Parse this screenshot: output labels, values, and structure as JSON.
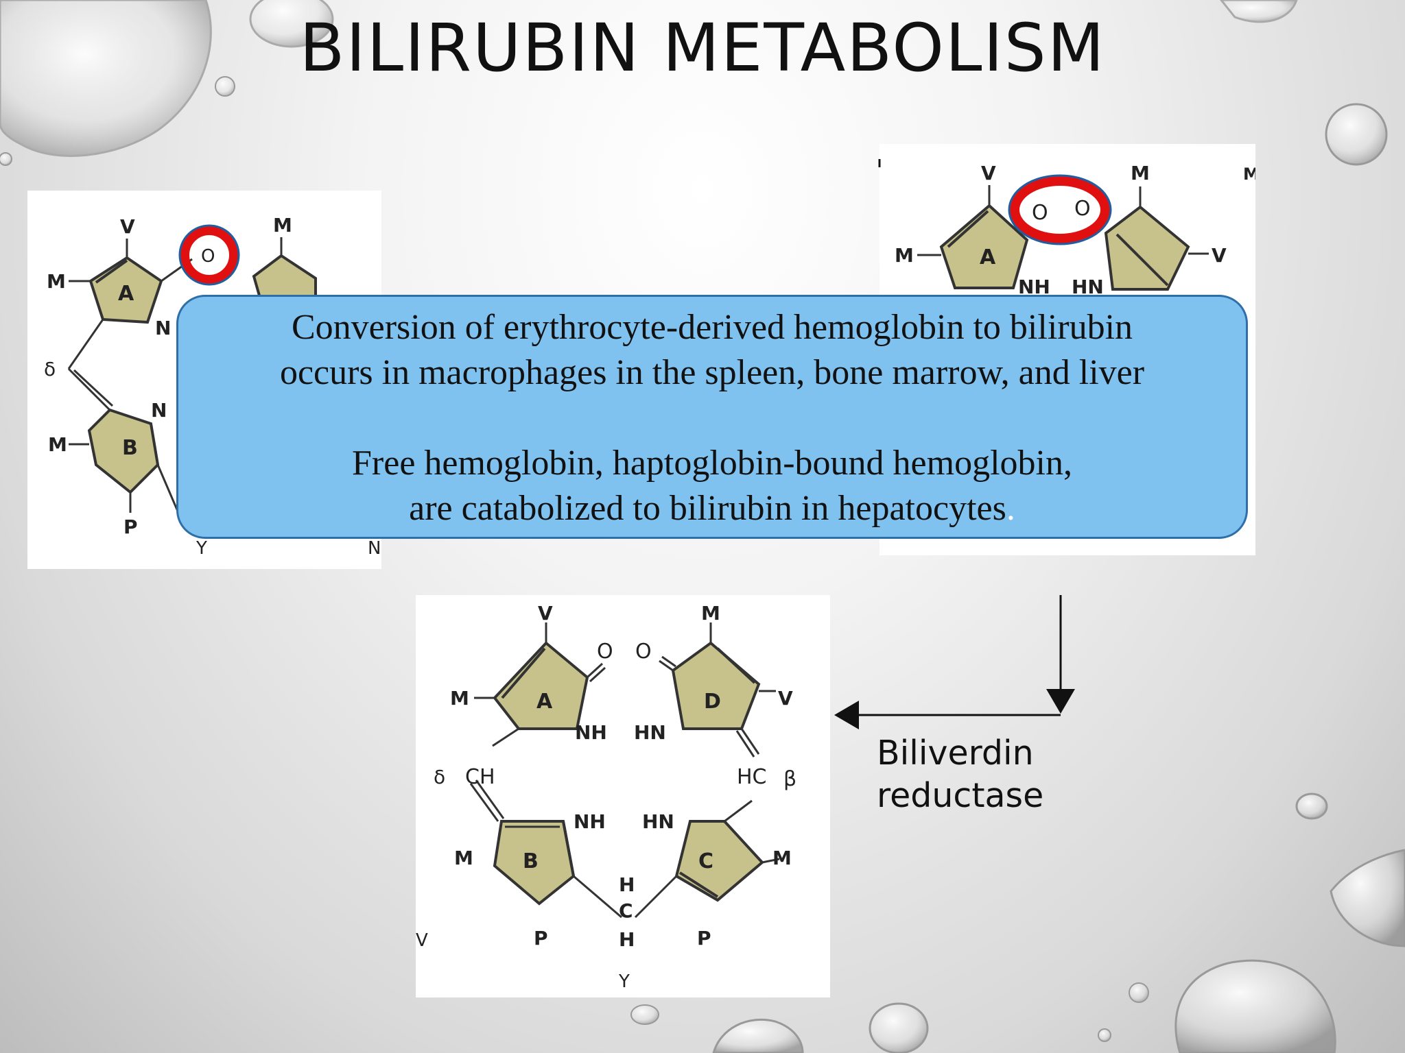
{
  "slide": {
    "title": "BILIRUBIN METABOLISM",
    "enzyme_label_line1": "Biliverdin",
    "enzyme_label_line2": "reductase"
  },
  "callout": {
    "line1": "Conversion of erythrocyte-derived hemoglobin to bilirubin",
    "line2": "occurs  in macrophages in the spleen, bone marrow, and liver",
    "line3": "Free hemoglobin, haptoglobin-bound hemoglobin,",
    "line4": "are catabolized to bilirubin in hepatocytes",
    "line4_end": "."
  },
  "heme_fragment": {
    "ring_a": "A",
    "ring_b": "B",
    "sub_v": "V",
    "sub_m_top": "M",
    "sub_m_a": "M",
    "sub_m_b": "M",
    "sub_p": "P",
    "sub_delta": "δ",
    "n_a": "N",
    "n_b": "N",
    "oxygen": "O",
    "bottom_gamma": "Y",
    "right_n": "N"
  },
  "biliverdin_oxide_fragment": {
    "ring_a": "A",
    "sub_v_a": "V",
    "sub_m_a": "M",
    "sub_m_d": "M",
    "sub_v_d": "V",
    "oxygen_1": "O",
    "oxygen_2": "O",
    "nh": "NH",
    "hn": "HN",
    "edge_m": "M"
  },
  "biliverdin": {
    "ring_a": "A",
    "ring_b": "B",
    "ring_c": "C",
    "ring_d": "D",
    "v_top": "V",
    "m_top": "M",
    "m_a": "M",
    "v_d": "V",
    "o_a": "O",
    "o_d": "O",
    "nh_a": "NH",
    "hn_d": "HN",
    "delta": "δ",
    "ch": "CH",
    "hc": "HC",
    "beta": "β",
    "nh_b": "NH",
    "hn_c": "HN",
    "m_b": "M",
    "m_c": "M",
    "h_1": "H",
    "c": "C",
    "h_2": "H",
    "gamma": "Y",
    "p_b": "P",
    "p_c": "P",
    "v_left": "V"
  },
  "colors": {
    "ring_fill": "#c7c18c",
    "callout_fill": "#7fc1ef",
    "callout_border": "#2e6fa7",
    "highlight_ring": "#e01010",
    "highlight_border": "#1f5fa0"
  }
}
